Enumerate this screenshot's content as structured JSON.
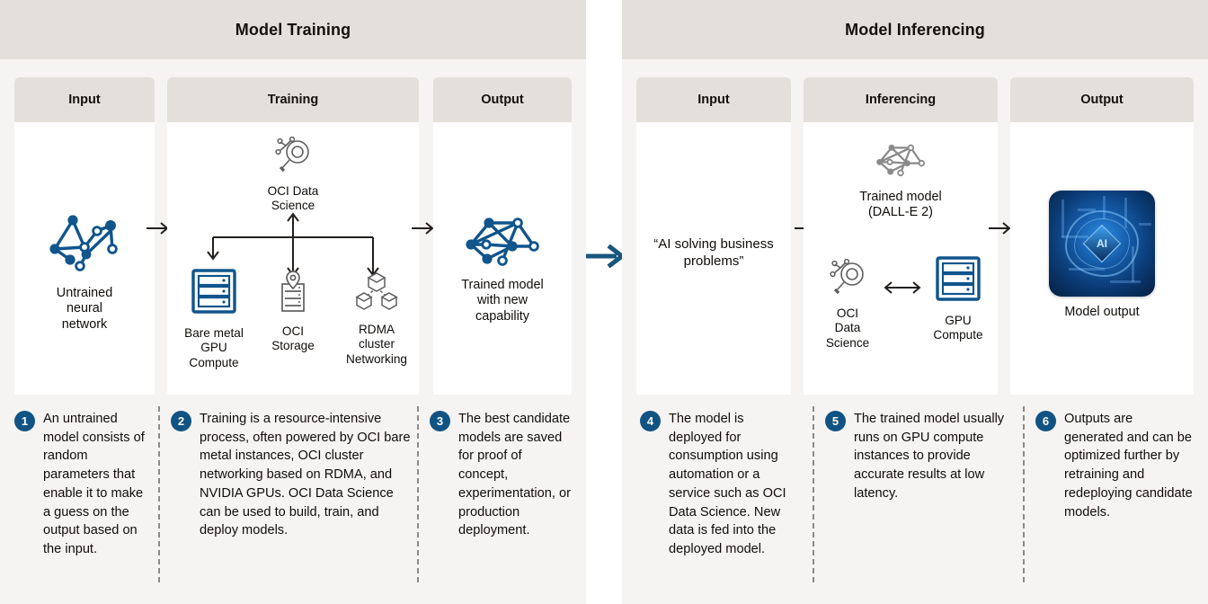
{
  "diagram": {
    "title_left": "Model Training",
    "title_right": "Model Inferencing"
  },
  "training": {
    "stages": [
      {
        "label": "Input"
      },
      {
        "label": "Training"
      },
      {
        "label": "Output"
      }
    ],
    "input": {
      "icon": "neural-network-icon",
      "caption": "Untrained\nneural\nnetwork"
    },
    "training_items": {
      "top": {
        "icon": "oci-data-science-icon",
        "caption": "OCI Data\nScience"
      },
      "children": [
        {
          "icon": "server-rack-icon",
          "caption": "Bare metal\nGPU\nCompute"
        },
        {
          "icon": "oci-storage-icon",
          "caption": "OCI\nStorage"
        },
        {
          "icon": "rdma-cluster-icon",
          "caption": "RDMA\ncluster\nNetworking"
        }
      ]
    },
    "output": {
      "icon": "neural-network-icon",
      "caption": "Trained model\nwith new\ncapability"
    }
  },
  "inferencing": {
    "stages": [
      {
        "label": "Input"
      },
      {
        "label": "Inferencing"
      },
      {
        "label": "Output"
      }
    ],
    "input": {
      "prompt": "“AI solving business problems”"
    },
    "items": {
      "top": {
        "icon": "neural-network-gray-icon",
        "caption": "Trained model\n(DALL-E 2)"
      },
      "left": {
        "icon": "oci-data-science-icon",
        "caption": "OCI\nData\nScience"
      },
      "right": {
        "icon": "server-rack-icon",
        "caption": "GPU\nCompute"
      }
    },
    "output": {
      "icon": "ai-chip-image",
      "caption": "Model output"
    }
  },
  "notes": [
    {
      "number": "1",
      "text": "An untrained model consists of random parameters that enable it to make a guess on the output based on the input."
    },
    {
      "number": "2",
      "text": "Training is a resource-intensive process, often powered by OCI bare metal instances, OCI cluster networking based on RDMA, and NVIDIA GPUs. OCI Data Science can be used to build, train, and deploy models."
    },
    {
      "number": "3",
      "text": "The best candidate models are saved for proof of concept, experimentation, or production deployment."
    },
    {
      "number": "4",
      "text": "The model is deployed for consumption using automation or a service such as OCI Data Science. New data is fed into the deployed model."
    },
    {
      "number": "5",
      "text": "The trained model usually runs on GPU compute instances to provide accurate results at low latency."
    },
    {
      "number": "6",
      "text": "Outputs are generated and can be optimized further by retraining and redeploying candidate models."
    }
  ],
  "colors": {
    "section_bg": "#f5f4f2",
    "header_bg": "#e3e0db",
    "accent_blue": "#115383",
    "icon_gray": "#6e6e6e",
    "text": "#100d0a"
  }
}
